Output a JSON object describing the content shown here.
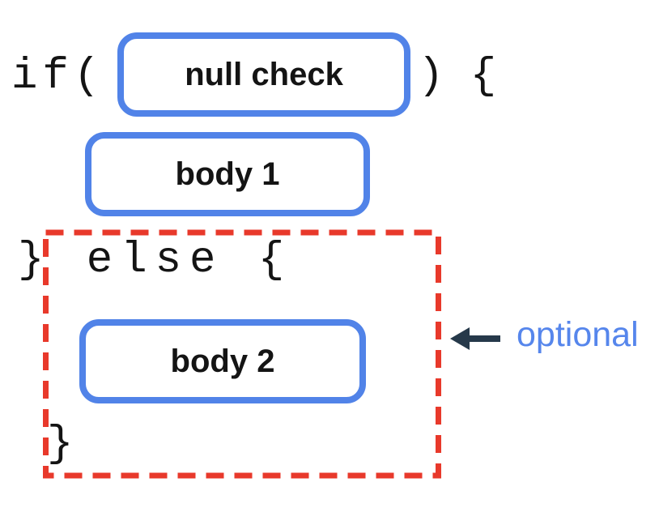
{
  "diagram": {
    "if_line": {
      "before": "if(",
      "condition": "null check",
      "after": ") {"
    },
    "then_branch": {
      "body": "body 1"
    },
    "else_region": {
      "else_line": "} else {",
      "body": "body 2",
      "closing_brace": "}"
    },
    "annotation": {
      "label": "optional"
    }
  },
  "colors": {
    "box-border-blue": "#5183E8",
    "dashed-red": "#E8392B",
    "arrow-dark": "#26394A",
    "annotation-blue": "#5686EC",
    "text-black": "#141414",
    "background": "#FFFFFF"
  }
}
